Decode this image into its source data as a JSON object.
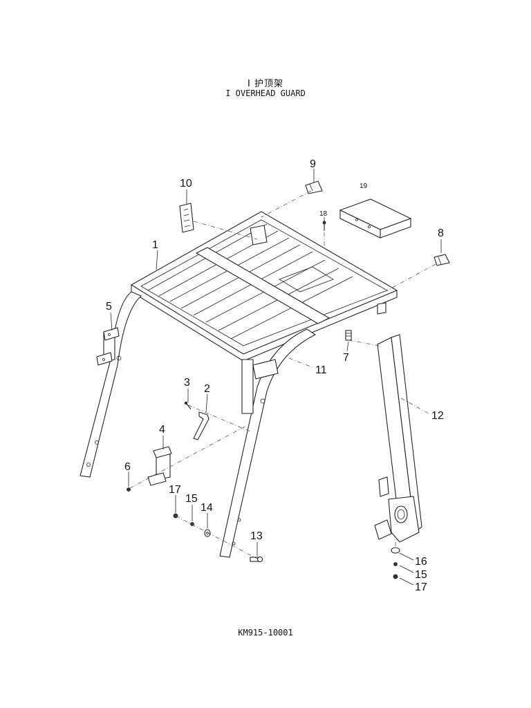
{
  "header": {
    "title_zh": "Ⅰ 护顶架",
    "title_en": "I OVERHEAD GUARD"
  },
  "footer": {
    "drawing_number": "KM915-10001"
  },
  "callouts": [
    {
      "id": "c1",
      "label": "1"
    },
    {
      "id": "c2",
      "label": "2"
    },
    {
      "id": "c3",
      "label": "3"
    },
    {
      "id": "c4",
      "label": "4"
    },
    {
      "id": "c5",
      "label": "5"
    },
    {
      "id": "c6",
      "label": "6"
    },
    {
      "id": "c7",
      "label": "7"
    },
    {
      "id": "c8",
      "label": "8"
    },
    {
      "id": "c9",
      "label": "9"
    },
    {
      "id": "c10",
      "label": "10"
    },
    {
      "id": "c11",
      "label": "11"
    },
    {
      "id": "c12",
      "label": "12"
    },
    {
      "id": "c13",
      "label": "13"
    },
    {
      "id": "c14",
      "label": "14"
    },
    {
      "id": "c15a",
      "label": "15"
    },
    {
      "id": "c15b",
      "label": "15"
    },
    {
      "id": "c16",
      "label": "16"
    },
    {
      "id": "c17a",
      "label": "17"
    },
    {
      "id": "c17b",
      "label": "17"
    },
    {
      "id": "c18",
      "label": "18"
    },
    {
      "id": "c19",
      "label": "19"
    }
  ]
}
